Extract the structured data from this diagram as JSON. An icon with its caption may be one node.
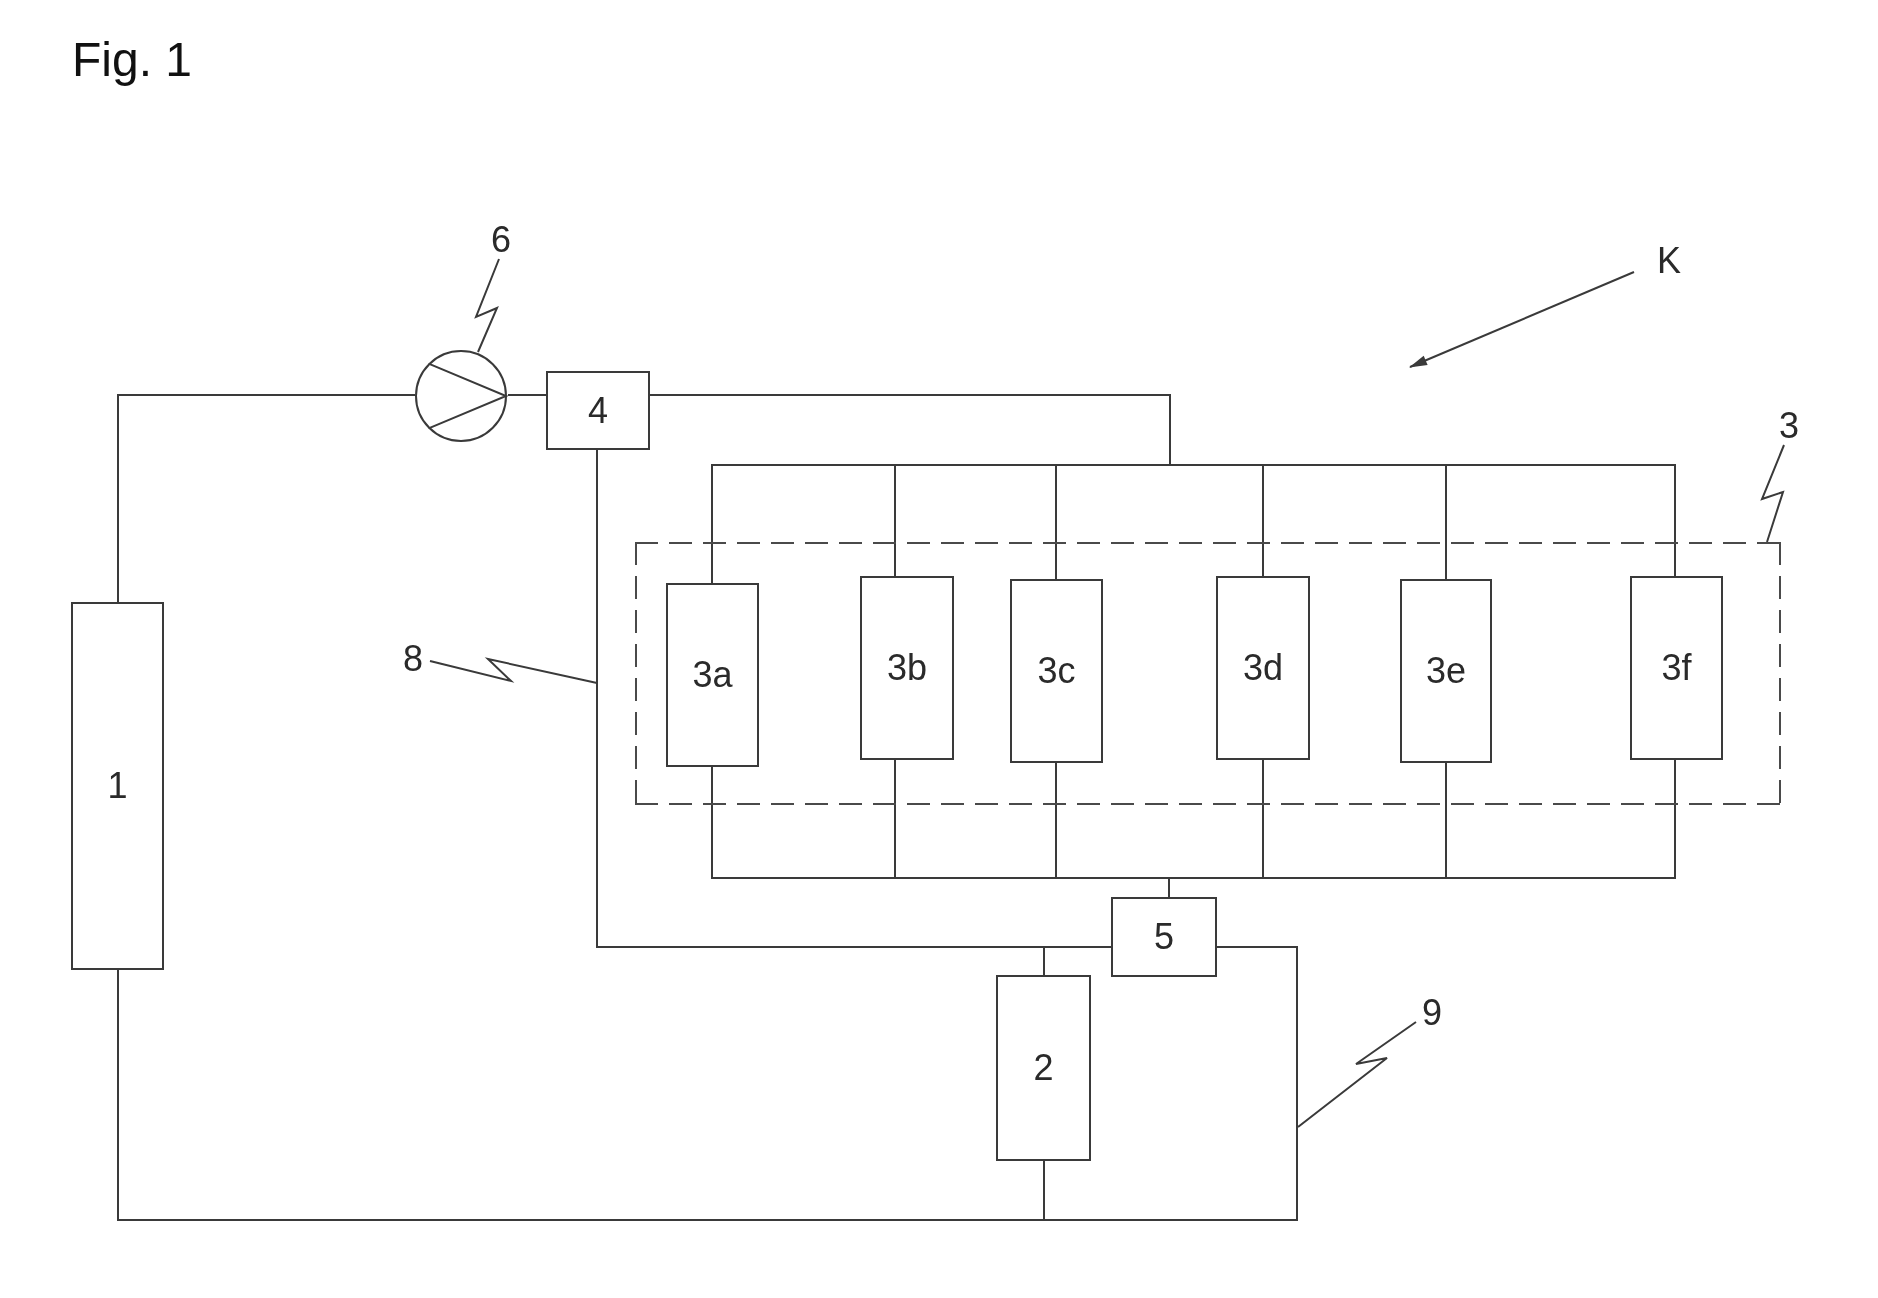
{
  "diagram": {
    "title": "Fig. 1",
    "nodes": [
      {
        "text": [
          "6"
        ]
      },
      {
        "text": [
          "K"
        ]
      },
      {
        "text": [],
        "shape": "circle"
      },
      {
        "text": [
          "4"
        ]
      },
      {
        "text": [
          "3"
        ]
      },
      {
        "text": [],
        "shape": "box"
      },
      {
        "text": [
          "3a"
        ],
        "in": 5
      },
      {
        "text": [
          "3b"
        ],
        "in": 5
      },
      {
        "text": [
          "3c"
        ],
        "in": 5
      },
      {
        "text": [
          "3d"
        ],
        "in": 5
      },
      {
        "text": [
          "3e"
        ],
        "in": 5
      },
      {
        "text": [
          "3f"
        ],
        "in": 5
      },
      {
        "text": [
          "8"
        ]
      },
      {
        "text": [
          "1"
        ]
      },
      {
        "text": [
          "5"
        ]
      },
      {
        "text": [
          "2"
        ]
      },
      {
        "text": [
          "9"
        ]
      }
    ],
    "edges": [
      {
        "from": 13,
        "to": 2,
        "arrow": "none"
      },
      {
        "from": 2,
        "to": 3,
        "arrow": "none"
      },
      {
        "from": 3,
        "to": 6,
        "arrow": "none"
      },
      {
        "from": 3,
        "to": 7,
        "arrow": "none"
      },
      {
        "from": 3,
        "to": 8,
        "arrow": "none"
      },
      {
        "from": 3,
        "to": 9,
        "arrow": "none"
      },
      {
        "from": 3,
        "to": 10,
        "arrow": "none"
      },
      {
        "from": 3,
        "to": 11,
        "arrow": "none"
      },
      {
        "from": 6,
        "to": 14,
        "arrow": "none"
      },
      {
        "from": 7,
        "to": 14,
        "arrow": "none"
      },
      {
        "from": 8,
        "to": 14,
        "arrow": "none"
      },
      {
        "from": 9,
        "to": 14,
        "arrow": "none"
      },
      {
        "from": 10,
        "to": 14,
        "arrow": "none"
      },
      {
        "from": 11,
        "to": 14,
        "arrow": "none"
      },
      {
        "from": 3,
        "to": 15,
        "arrow": "none"
      },
      {
        "from": 14,
        "to": 15,
        "arrow": "none"
      },
      {
        "from": 15,
        "to": 13,
        "arrow": "none"
      },
      {
        "from": 14,
        "to": 13,
        "arrow": "none"
      },
      {
        "from": 0,
        "to": 2,
        "arrow": "none"
      },
      {
        "from": 4,
        "to": 5,
        "arrow": "none"
      },
      {
        "from": 12,
        "to": null,
        "arrow": "none"
      },
      {
        "from": 16,
        "to": null,
        "arrow": "none"
      },
      {
        "from": 1,
        "to": null,
        "arrow": "to"
      }
    ]
  }
}
